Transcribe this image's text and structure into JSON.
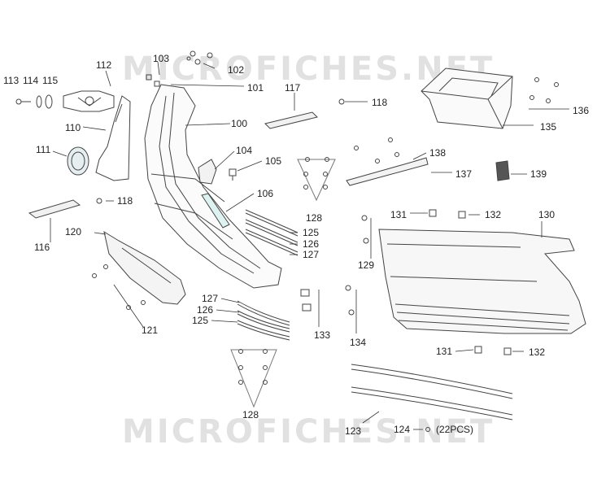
{
  "watermark": "MICROFICHES.NET",
  "diagram": {
    "labels": {
      "p100": "100",
      "p101": "101",
      "p102": "102",
      "p103": "103",
      "p104": "104",
      "p105": "105",
      "p106": "106",
      "p110": "110",
      "p111": "111",
      "p112": "112",
      "p113": "113",
      "p114": "114",
      "p115": "115",
      "p116": "116",
      "p117": "117",
      "p118a": "118",
      "p118b": "118",
      "p120": "120",
      "p121": "121",
      "p123": "123",
      "p124": "124",
      "p124note": "(22PCS)",
      "p125a": "125",
      "p125b": "125",
      "p126a": "126",
      "p126b": "126",
      "p127a": "127",
      "p127b": "127",
      "p128a": "128",
      "p128b": "128",
      "p129": "129",
      "p130": "130",
      "p131a": "131",
      "p131b": "131",
      "p132a": "132",
      "p132b": "132",
      "p133": "133",
      "p134": "134",
      "p135": "135",
      "p136": "136",
      "p137": "137",
      "p138": "138",
      "p139": "139"
    }
  }
}
